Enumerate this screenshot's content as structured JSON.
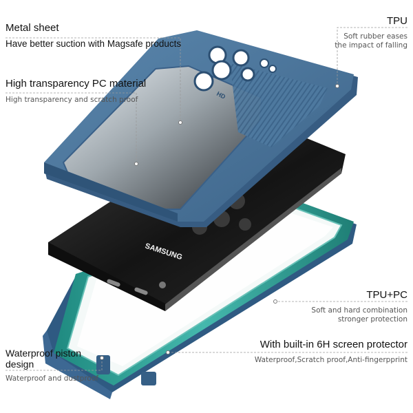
{
  "callouts": {
    "metal_sheet": {
      "title": "Metal sheet",
      "desc": "Have better suction with Magsafe products"
    },
    "pc_material": {
      "title": "High transparency PC material",
      "desc": "High transparency and scratch proof"
    },
    "tpu": {
      "title": "TPU",
      "desc_line1": "Soft rubber eases",
      "desc_line2": "the impact of falling"
    },
    "tpu_pc": {
      "title": "TPU+PC",
      "desc_line1": "Soft and hard combination",
      "desc_line2": "stronger protection"
    },
    "screen_protector": {
      "title": "With built-in  6H screen protector",
      "desc": "Waterproof,Scratch proof,Anti-fingerpprint"
    },
    "piston": {
      "title_line1": "Waterproof piston",
      "title_line2": "design",
      "desc": "Waterproof and dustproof"
    }
  },
  "phone": {
    "brand": "SAMSUNG"
  },
  "back_cover": {
    "camera_text": "HD"
  },
  "colors": {
    "blue_case": "#47739a",
    "teal_frame": "#2e9e95",
    "phone_body": "#1c1c1c",
    "leader_line": "#9a9a9a"
  }
}
